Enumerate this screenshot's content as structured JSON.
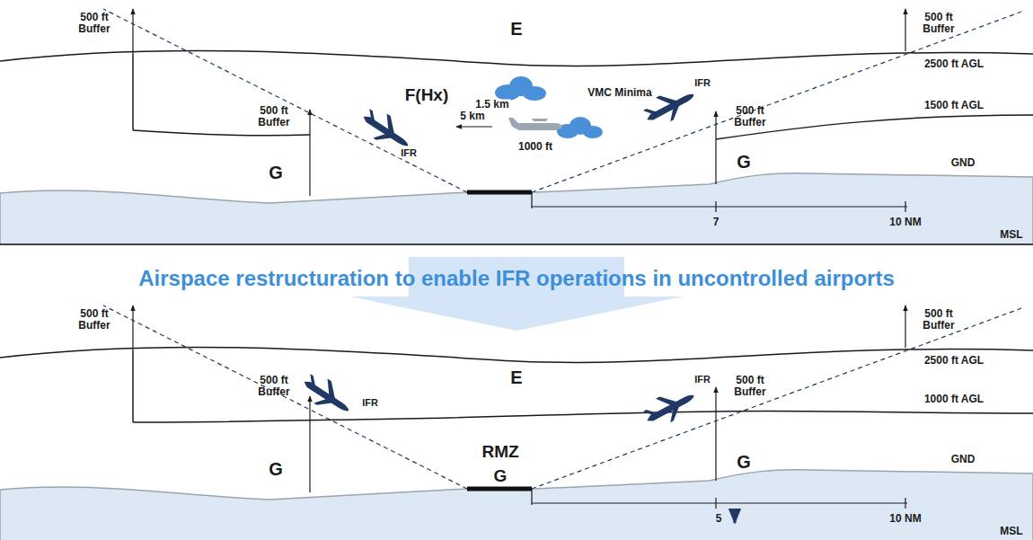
{
  "diagram": {
    "labels": [
      "500 ft Buffer",
      "E",
      "500 ft Buffer",
      "2500 ft AGL",
      "F(Hx)",
      "1.5 km",
      "VMC Minima",
      "IFR",
      "5 km",
      "500 ft Buffer",
      "IFR",
      "1000 ft",
      "500 ft Buffer",
      "1500 ft AGL",
      "G",
      "G",
      "GND",
      "7",
      "10 NM",
      "MSL",
      "Airspace restructuration to enable IFR operations in uncontrolled airports",
      "500 ft Buffer",
      "500 ft Buffer",
      "2500 ft AGL",
      "E",
      "IFR",
      "IFR",
      "500 ft Buffer",
      "500 ft Buffer",
      "1000 ft AGL",
      "RMZ",
      "G",
      "G",
      "G",
      "GND",
      "5",
      "10 NM",
      "MSL"
    ]
  }
}
